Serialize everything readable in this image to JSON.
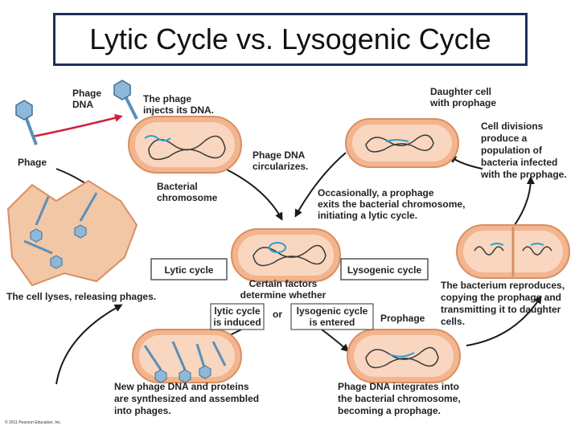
{
  "title": "Lytic Cycle vs. Lysogenic Cycle",
  "labels": {
    "phage_dna": [
      "Phage",
      "DNA"
    ],
    "phage": "Phage",
    "injects": [
      "The phage",
      "injects its DNA."
    ],
    "circularizes": [
      "Phage DNA",
      "circularizes."
    ],
    "bacterial_chromosome": [
      "Bacterial",
      "chromosome"
    ],
    "daughter_cell": [
      "Daughter cell",
      "with prophage"
    ],
    "cell_divisions": [
      "Cell divisions",
      "produce a",
      "population of",
      "bacteria infected",
      "with the prophage."
    ],
    "occasionally": [
      "Occasionally, a prophage",
      "exits the bacterial chromosome,",
      "initiating a lytic cycle."
    ],
    "lytic_cycle": "Lytic cycle",
    "lysogenic_cycle": "Lysogenic cycle",
    "certain_factors": [
      "Certain factors",
      "determine whether"
    ],
    "lytic_induced": [
      "lytic cycle",
      "is induced"
    ],
    "or": "or",
    "lysogenic_entered": [
      "lysogenic cycle",
      "is entered"
    ],
    "prophage": "Prophage",
    "reproduces": [
      "The bacterium reproduces,",
      "copying the prophage and",
      "transmitting it to daughter",
      "cells."
    ],
    "lyses": "The cell lyses, releasing phages.",
    "new_phage": [
      "New phage DNA and proteins",
      "are synthesized and assembled",
      "into phages."
    ],
    "integrates": [
      "Phage DNA integrates into",
      "the bacterial chromosome,",
      "becoming a prophage."
    ],
    "copyright": "© 2011 Pearson Education, Inc."
  },
  "colors": {
    "cell_fill": "#f2b58e",
    "cell_rim": "#d98f63",
    "cell_inner": "#f9d6bf",
    "phage_dna": "#2a9fd4",
    "chromosome": "#3a3a3a",
    "phage": "#5b8fb8",
    "arrow": "#1a1a1a",
    "inject_arrow": "#d0203a",
    "title_border": "#1f2f5c"
  },
  "icons": [
    "bacterium-cell",
    "bacteriophage-icon",
    "cycle-arrow",
    "burst-cell"
  ]
}
